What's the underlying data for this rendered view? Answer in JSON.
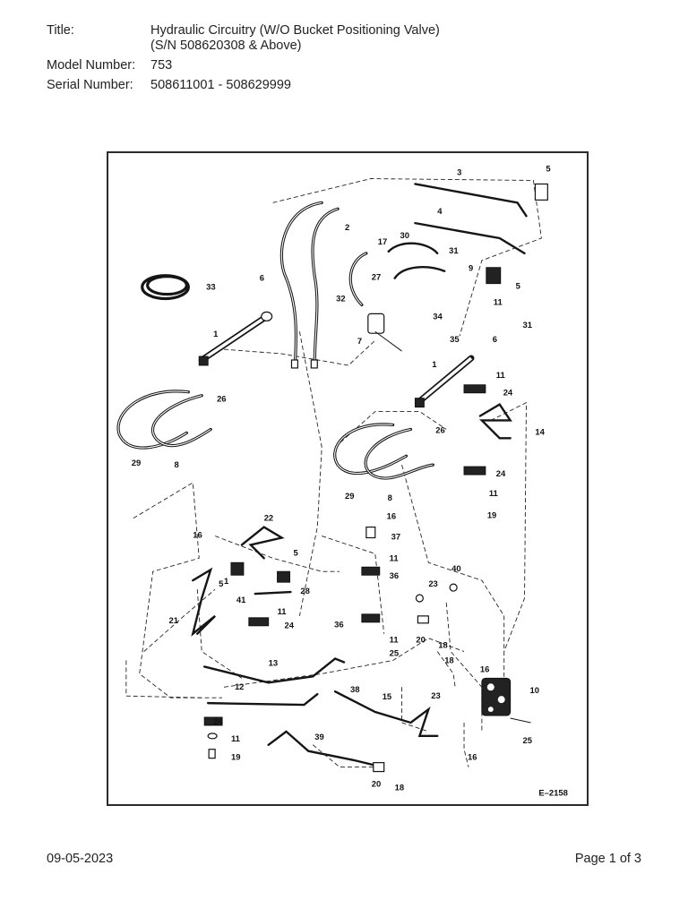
{
  "header": {
    "title_label": "Title:",
    "title_value": "Hydraulic Circuitry (W/O Bucket Positioning Valve)\n(S/N 508620308 & Above)",
    "model_label": "Model Number:",
    "model_value": "753",
    "serial_label": "Serial Number:",
    "serial_value": "508611001 - 508629999"
  },
  "diagram": {
    "drawing_code": "E–2158",
    "callouts": {
      "c1a": "1",
      "c1b": "1",
      "c2": "2",
      "c3": "3",
      "c4": "4",
      "c5a": "5",
      "c5b": "5",
      "c5c": "5",
      "c5d": "5",
      "c6a": "6",
      "c6b": "6",
      "c7": "7",
      "c8a": "8",
      "c8b": "8",
      "c9": "9",
      "c10": "10",
      "c11a": "11",
      "c11b": "11",
      "c11c": "11",
      "c11d": "11",
      "c11e": "11",
      "c11f": "11",
      "c11g": "11",
      "c12": "12",
      "c13": "13",
      "c14": "14",
      "c15": "15",
      "c16a": "16",
      "c16b": "16",
      "c16c": "16",
      "c16d": "16",
      "c17": "17",
      "c18a": "18",
      "c18b": "18",
      "c18c": "18",
      "c19a": "19",
      "c19b": "19",
      "c20a": "20",
      "c20b": "20",
      "c21": "21",
      "c22": "22",
      "c23a": "23",
      "c23b": "23",
      "c24a": "24",
      "c24b": "24",
      "c24c": "24",
      "c24d": "24",
      "c25a": "25",
      "c25b": "25",
      "c26a": "26",
      "c26b": "26",
      "c27": "27",
      "c28": "28",
      "c29a": "29",
      "c29b": "29",
      "c30": "30",
      "c31a": "31",
      "c31b": "31",
      "c32": "32",
      "c33": "33",
      "c34": "34",
      "c35": "35",
      "c36a": "36",
      "c36b": "36",
      "c37": "37",
      "c38": "38",
      "c39": "39",
      "c40": "40",
      "c41": "41"
    }
  },
  "footer": {
    "date": "09-05-2023",
    "page": "Page 1 of 3"
  }
}
